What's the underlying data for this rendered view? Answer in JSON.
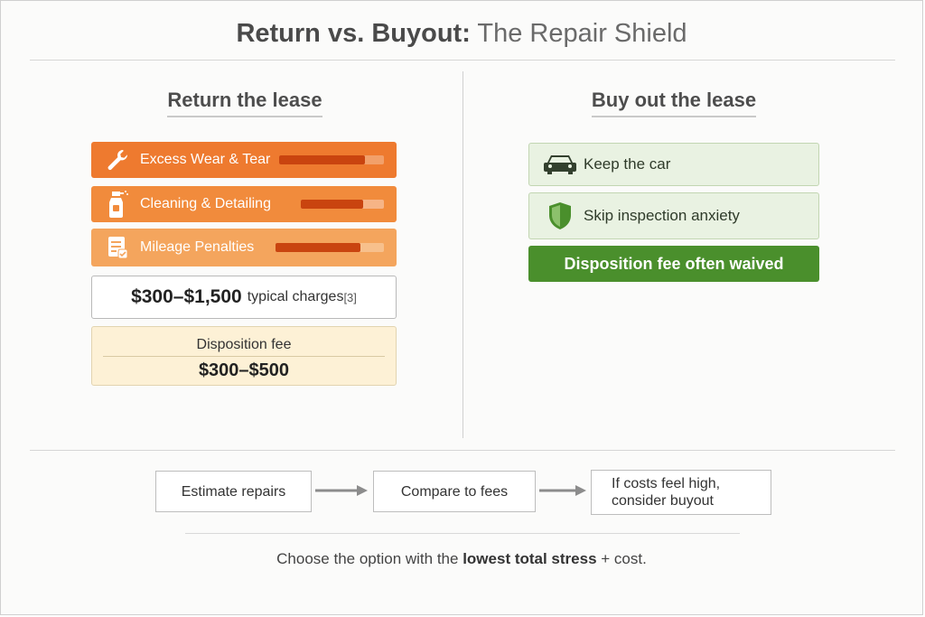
{
  "title": {
    "strong": "Return vs. Buyout:",
    "light": "The Repair Shield"
  },
  "left": {
    "heading": "Return the lease",
    "items": [
      {
        "label": "Excess Wear & Tear",
        "icon": "wrench-icon",
        "level": 0.82,
        "color": "#ee7a2f"
      },
      {
        "label": "Cleaning & Detailing",
        "icon": "spray-bottle-icon",
        "level": 0.75,
        "color": "#f18b3c"
      },
      {
        "label": "Mileage Penalties",
        "icon": "checklist-icon",
        "level": 0.78,
        "color": "#f4a55d"
      }
    ],
    "charges": {
      "amount": "$300–$1,500",
      "text": "typical charges",
      "ref": "[3]"
    },
    "disposition": {
      "label": "Disposition fee",
      "amount": "$300–$500"
    }
  },
  "right": {
    "heading": "Buy out the lease",
    "items": [
      {
        "label": "Keep the car",
        "icon": "car-icon"
      },
      {
        "label": "Skip inspection anxiety",
        "icon": "shield-icon"
      }
    ],
    "highlight": "Disposition fee often waived"
  },
  "flow": {
    "steps": [
      "Estimate repairs",
      "Compare to fees",
      "If costs feel high,",
      "consider buyout"
    ]
  },
  "footer": {
    "pre": "Choose the option with the",
    "bold": "lowest total stress",
    "post": "+ cost."
  },
  "colors": {
    "orange_dark": "#ee7a2f",
    "orange_mid": "#f18b3c",
    "orange_light": "#f4a55d",
    "green": "#4a8f2c",
    "green_light": "#e9f2e2",
    "cream": "#fdf1d6"
  }
}
